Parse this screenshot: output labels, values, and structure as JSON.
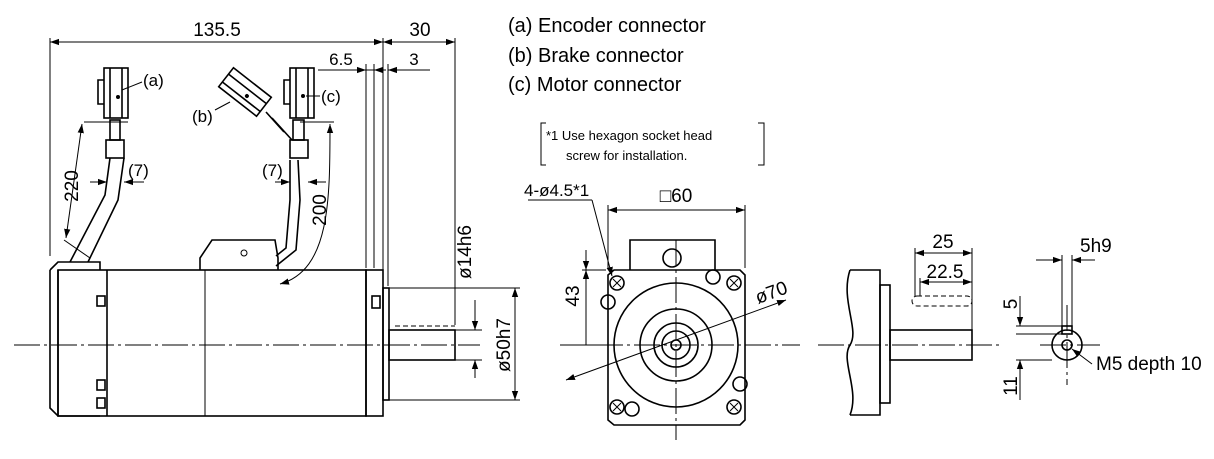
{
  "legend": {
    "a": "(a) Encoder connector",
    "b": "(b) Brake connector",
    "c": "(c) Motor connector"
  },
  "note": {
    "line1": "*1 Use hexagon socket head",
    "line2": "screw for installation."
  },
  "side_view": {
    "dim_total_length": "135.5",
    "dim_shaft_length": "30",
    "dim_flange_6_5": "6.5",
    "dim_flange_3": "3",
    "dim_cable_a": "220",
    "dim_cable_c": "200",
    "dim_7_left": "(7)",
    "dim_7_right": "(7)",
    "label_a": "(a)",
    "label_b": "(b)",
    "label_c": "(c)",
    "dim_shaft_dia": "ø14h6",
    "dim_pilot_dia": "ø50h7"
  },
  "front_view": {
    "dim_holes": "4-ø4.5*1",
    "dim_square": "□60",
    "dim_43": "43",
    "dim_pcd": "ø70"
  },
  "shaft_view": {
    "dim_25": "25",
    "dim_22_5": "22.5",
    "dim_key": "5h9",
    "dim_5": "5",
    "dim_11": "11",
    "tap_note": "M5 depth 10"
  }
}
